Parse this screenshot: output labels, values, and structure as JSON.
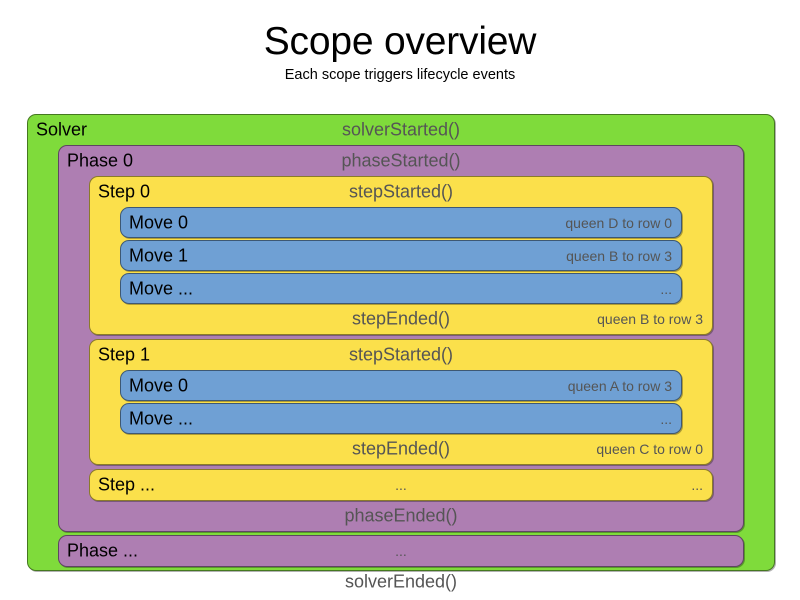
{
  "header": {
    "title": "Scope overview",
    "subtitle": "Each scope triggers lifecycle events"
  },
  "colors": {
    "solver": "#7fdb3b",
    "phase": "#ae7eb2",
    "step": "#fbe04b",
    "move": "#6fa0d4",
    "event_text": "#555555",
    "name_text": "#000000"
  },
  "diagram": {
    "solver": {
      "name": "Solver",
      "started_event": "solverStarted()",
      "ended_event": "solverEnded()",
      "phases": [
        {
          "name": "Phase 0",
          "started_event": "phaseStarted()",
          "ended_event": "phaseEnded()",
          "steps": [
            {
              "name": "Step 0",
              "started_event": "stepStarted()",
              "ended_event": "stepEnded()",
              "ended_detail": "queen B to row 3",
              "moves": [
                {
                  "name": "Move 0",
                  "detail": "queen D to row 0"
                },
                {
                  "name": "Move 1",
                  "detail": "queen B to row 3"
                },
                {
                  "name": "Move ...",
                  "detail": "..."
                }
              ]
            },
            {
              "name": "Step 1",
              "started_event": "stepStarted()",
              "ended_event": "stepEnded()",
              "ended_detail": "queen C to row 0",
              "moves": [
                {
                  "name": "Move 0",
                  "detail": "queen A to row 3"
                },
                {
                  "name": "Move ...",
                  "detail": "..."
                }
              ]
            }
          ],
          "ellipsis_step": {
            "name": "Step ...",
            "event": "...",
            "detail": "..."
          }
        }
      ],
      "ellipsis_phase": {
        "name": "Phase ...",
        "event": "...",
        "detail": ""
      }
    }
  }
}
